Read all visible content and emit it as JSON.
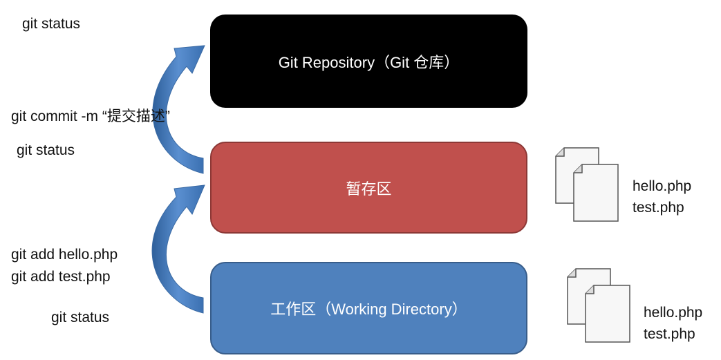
{
  "left_labels": {
    "status_top": "git status",
    "commit": "git commit -m “提交描述”",
    "status_mid": "git status",
    "add_hello": "git add hello.php",
    "add_test": "git add test.php",
    "status_bottom": "git status"
  },
  "boxes": {
    "repository": {
      "label": "Git Repository（Git 仓库）",
      "color": "#000000"
    },
    "staging": {
      "label": "暂存区",
      "color": "#c0504d"
    },
    "working": {
      "label": "工作区（Working Directory）",
      "color": "#4f81bd"
    }
  },
  "arrow_color": "#4f81bd",
  "files_staging": [
    "hello.php",
    "test.php"
  ],
  "files_working": [
    "hello.php",
    "test.php"
  ],
  "icons": {
    "arrows": "curved-up-arrow-icon",
    "files": "document-stack-icon"
  }
}
